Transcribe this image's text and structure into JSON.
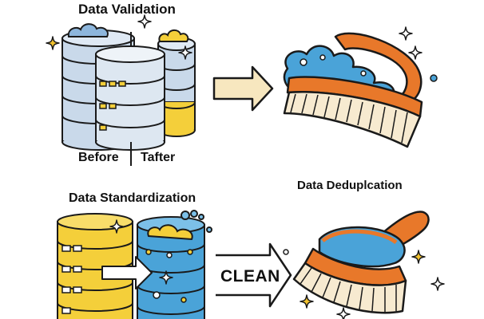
{
  "labels": {
    "data_validation": "Data Validation",
    "data_standardization": "Data Standardization",
    "data_deduplication": "Data Deduplcation",
    "before": "Before",
    "after": "Tafter",
    "clean": "CLEAN"
  },
  "colors": {
    "outline": "#1a1a1a",
    "db_blue_light": "#c9d9ea",
    "db_blue": "#4aa3d8",
    "db_yellow": "#f4cf3a",
    "brush_orange": "#e8782a",
    "bristles": "#f7ead0",
    "arrow_fill": "#f7e7bf",
    "sparkle": "#f2c22e"
  },
  "icons": [
    "database-icon",
    "arrow-right-icon",
    "scrub-brush-icon",
    "sparkle-icon",
    "cloud-icon",
    "bubbles-icon"
  ]
}
